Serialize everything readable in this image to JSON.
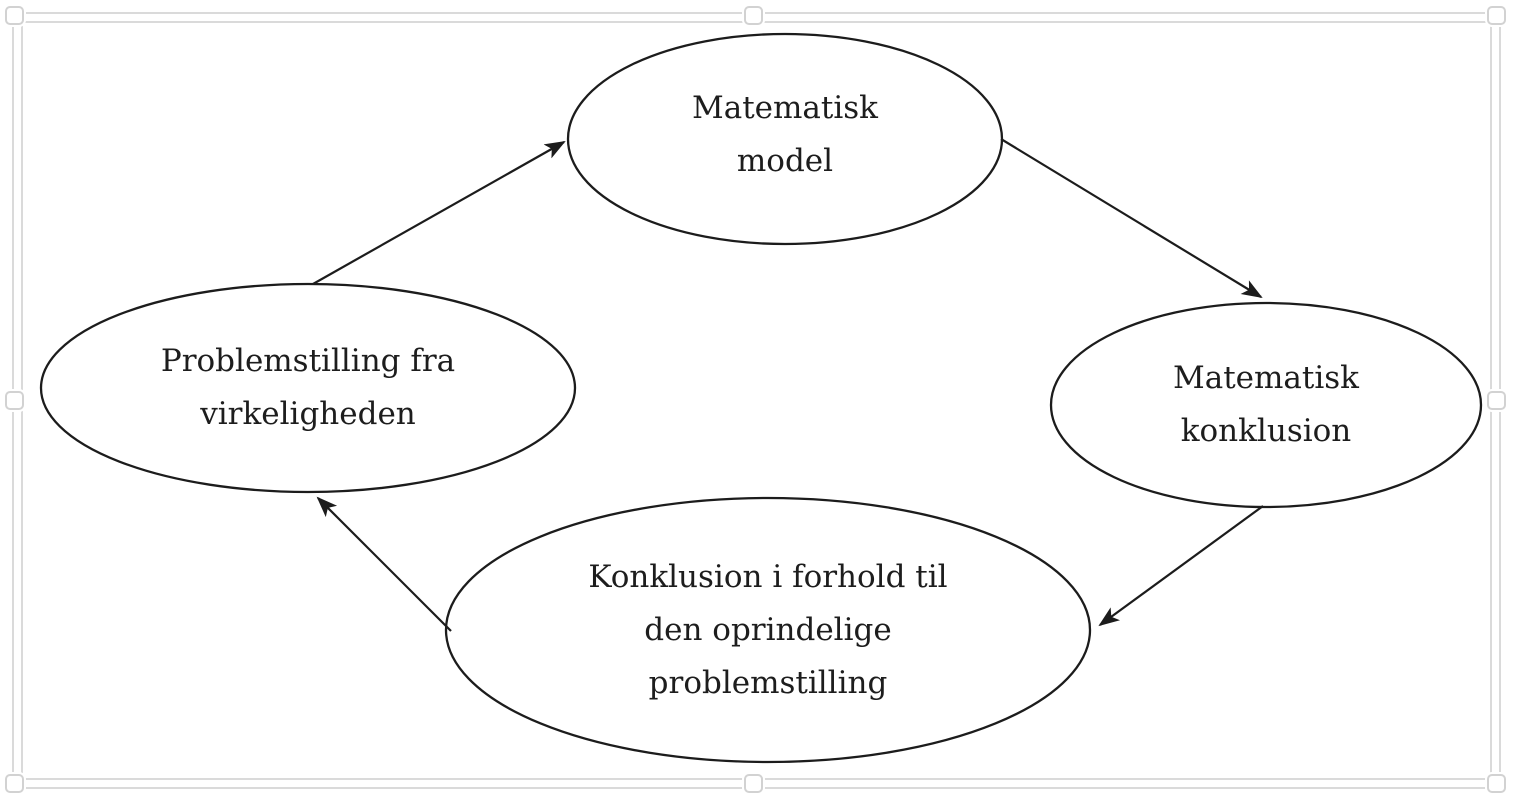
{
  "diagram": {
    "nodes": {
      "top": {
        "line1": "Matematisk",
        "line2": "model"
      },
      "left": {
        "line1": "Problemstilling fra",
        "line2": "virkeligheden"
      },
      "right": {
        "line1": "Matematisk",
        "line2": "konklusion"
      },
      "bottom": {
        "line1": "Konklusion i forhold til",
        "line2": "den oprindelige",
        "line3": "problemstilling"
      }
    },
    "edges": [
      {
        "from": "left",
        "to": "top"
      },
      {
        "from": "top",
        "to": "right"
      },
      {
        "from": "right",
        "to": "bottom"
      },
      {
        "from": "bottom",
        "to": "left"
      }
    ],
    "colors": {
      "node_fill": "#ffffff",
      "node_stroke": "#1c1c1c",
      "arrow": "#1c1c1c",
      "text": "#1d1d1d",
      "selection_frame": "#dadada",
      "background": "#ffffff"
    }
  }
}
